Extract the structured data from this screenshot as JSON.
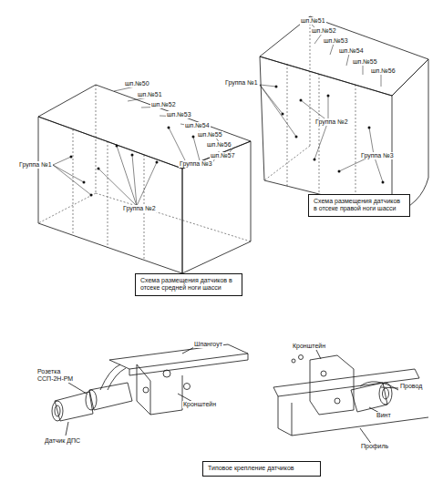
{
  "diagram": {
    "nodes": [
      {
        "text": [
          "Схема размещения датчиков в отсеке правой ноги шасси"
        ]
      },
      {
        "text": [
          "Схема размещения датчиков в отсеке средней ноги шасси"
        ]
      },
      {
        "text": [
          "Типовое крепление датчиков"
        ]
      }
    ],
    "labels": [
      "шп.№51",
      "шп.№52",
      "шп.№53",
      "шп.№54",
      "шп.№55",
      "шп.№56",
      "Группа №1",
      "Группа №2",
      "Группа №3",
      "шп.№50",
      "шп.№51",
      "шп.№52",
      "шп.№53",
      "шп.№54",
      "шп.№55",
      "шп.№56",
      "шп.№57",
      "Группа №1",
      "Группа №2",
      "Группа №3",
      "Шпангоут",
      "Розетка ССП-2Н-РМ",
      "Датчик ДПС",
      "Кронштейн",
      "Кронштейн",
      "Провод",
      "Винт",
      "Профиль"
    ]
  }
}
